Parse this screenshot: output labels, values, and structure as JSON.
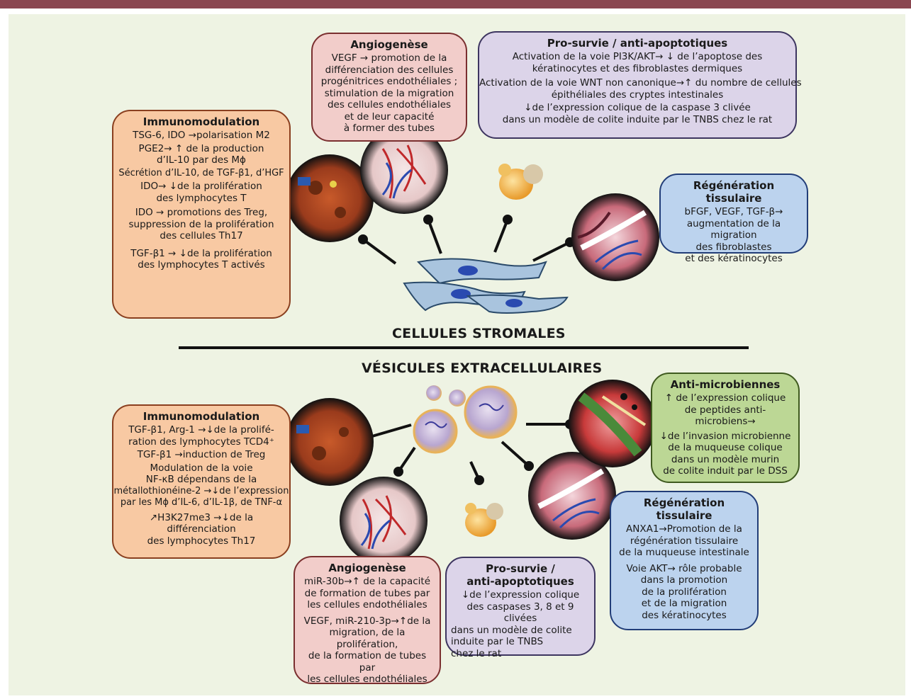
{
  "stromal_title": "CELLULES STROMALES",
  "vesicle_title": "VÉSICULES EXTRACELLULAIRES",
  "top": {
    "immuno": {
      "title": "Immunomodulation",
      "lines": [
        "TSG-6, IDO →polarisation M2",
        "PGE2→ ↑ de la production",
        "d’IL-10 par des Mϕ",
        "Sécrétion d’IL-10, de TGF-β1, d’HGF",
        "IDO→ ↓de la prolifération",
        "des lymphocytes T",
        "IDO → promotions des Treg,",
        "suppression de la prolifération",
        "des cellules Th17",
        "TGF-β1 →   ↓de la prolifération",
        "des lymphocytes T activés"
      ]
    },
    "angio": {
      "title": "Angiogenèse",
      "lines": [
        "VEGF → promotion de la",
        "différenciation des cellules",
        "progénitrices endothéliales ;",
        "stimulation de la migration",
        "des cellules endothéliales",
        "et de leur capacité",
        "à former des tubes"
      ]
    },
    "prosurvie": {
      "title": "Pro-survie / anti-apoptotiques",
      "lines": [
        "Activation de la voie PI3K/AKT→ ↓ de l’apoptose des",
        "kératinocytes et des fibroblastes dermiques",
        "Activation de la voie WNT non canonique→↑ du nombre de cellules",
        "épithéliales des cryptes intestinales",
        "↓de l’expression colique de la caspase 3 clivée",
        "dans un modèle de colite induite par le TNBS chez le rat"
      ]
    },
    "regen": {
      "title": "Régénération tissulaire",
      "lines": [
        "bFGF, VEGF, TGF-β→",
        "augmentation de la migration",
        "des fibroblastes",
        "et des kératinocytes"
      ]
    }
  },
  "bottom": {
    "immuno": {
      "title": "Immunomodulation",
      "lines": [
        "TGF-β1, Arg-1 →↓de la prolifé-",
        "ration des lymphocytes TCD4⁺",
        "TGF-β1 →induction de Treg",
        "Modulation de la voie",
        "NF-κB dépendans de la",
        "métallothionéine-2 →↓de l’expression",
        "par les Mϕ d’IL-6, d’IL-1β, de TNF-α",
        "↗H3K27me3 →↓de la différenciation",
        "des lymphocytes Th17"
      ]
    },
    "angio": {
      "title": "Angiogenèse",
      "lines": [
        "miR-30b→↑ de la capacité",
        "de formation de tubes par",
        "les cellules endothéliales",
        "VEGF, miR-210-3p→↑de la",
        "migration, de la prolifération,",
        "de la formation de tubes par",
        "les cellules endothéliales"
      ]
    },
    "prosurvie": {
      "title1": "Pro-survie /",
      "title2": "anti-apoptotiques",
      "lines": [
        "↓de l’expression colique",
        "des caspases 3, 8 et 9 clivées",
        "dans un modèle de colite",
        "induite par le TNBS",
        "chez le rat"
      ]
    },
    "antimicro": {
      "title": "Anti-microbiennes",
      "lines": [
        "↑ de l’expression colique",
        "de peptides anti-microbiens→",
        "↓de l’invasion microbienne",
        "de la muqueuse colique",
        "dans un modèle murin",
        "de colite induit par le DSS"
      ]
    },
    "regen": {
      "title": "Régénération tissulaire",
      "lines": [
        "ANXA1→Promotion de la",
        "régénération tissulaire",
        "de la muqueuse intestinale",
        "Voie AKT→ rôle probable",
        "dans la promotion",
        "de la prolifération",
        "et de la migration",
        "des kératinocytes"
      ]
    }
  },
  "colors": {
    "orange": "#f8c9a3",
    "pink": "#f2cdca",
    "purple": "#dcd4e9",
    "blue": "#bcd3ee",
    "green": "#bcd795",
    "background": "#eef3e3",
    "accent_bar": "#8a4650"
  }
}
